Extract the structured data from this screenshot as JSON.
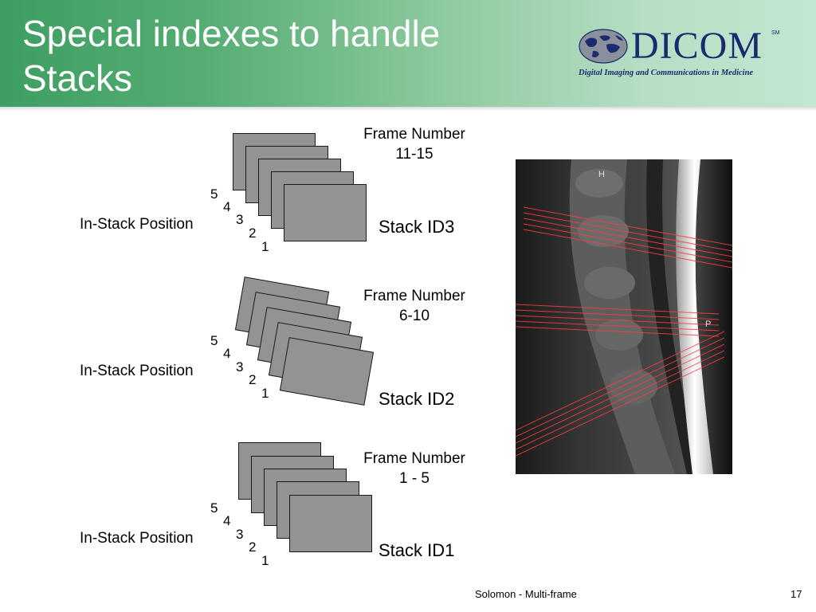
{
  "slide": {
    "title_line1": "Special indexes to handle",
    "title_line2": "Stacks"
  },
  "logo": {
    "wordmark": "DICOM",
    "sm": "SM",
    "tagline": "Digital Imaging and Communications in Medicine"
  },
  "stacks": [
    {
      "id_label": "Stack ID3",
      "frame_label": "Frame Number",
      "frame_range": "11-15",
      "position_label": "In-Stack Position",
      "positions": [
        "5",
        "4",
        "3",
        "2",
        "1"
      ]
    },
    {
      "id_label": "Stack ID2",
      "frame_label": "Frame Number",
      "frame_range": "6-10",
      "position_label": "In-Stack Position",
      "positions": [
        "5",
        "4",
        "3",
        "2",
        "1"
      ]
    },
    {
      "id_label": "Stack ID1",
      "frame_label": "Frame Number",
      "frame_range": "1 - 5",
      "position_label": "In-Stack Position",
      "positions": [
        "5",
        "4",
        "3",
        "2",
        "1"
      ]
    }
  ],
  "mri": {
    "marker_h": "H",
    "marker_p": "P"
  },
  "footer": {
    "text": "Solomon - Multi-frame",
    "page": "17"
  },
  "colors": {
    "header_dark": "#3e9e62",
    "header_light": "#c3e6d0",
    "sheet_fill": "#939393",
    "slice_line": "#ff3b3b",
    "logo_navy": "#1a2a6e"
  }
}
